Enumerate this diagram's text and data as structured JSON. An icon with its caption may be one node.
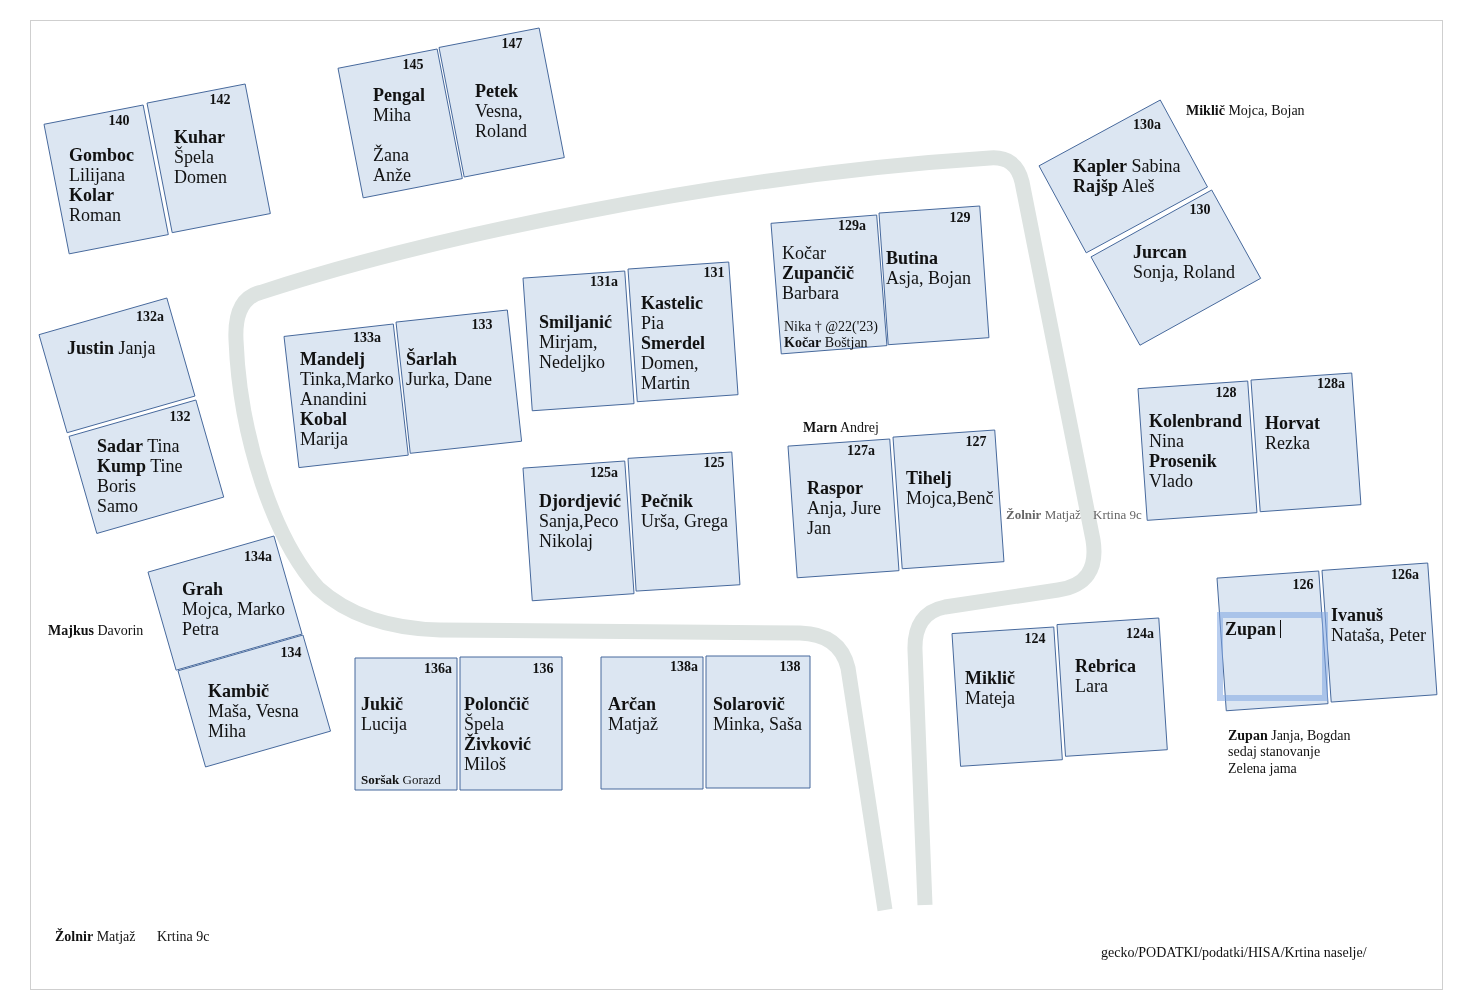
{
  "diagram": {
    "nodes": [
      {
        "text": [
          "140",
          "**Gomboc** Lilijana",
          "**Kolar** Roman"
        ]
      },
      {
        "text": [
          "142",
          "**Kuhar** Špela Domen"
        ]
      },
      {
        "text": [
          "145",
          "**Pengal** Miha",
          "Žana Anže"
        ]
      },
      {
        "text": [
          "147",
          "**Petek** Vesna, Roland"
        ]
      },
      {
        "text": [
          "130a",
          "**Kapler** Sabina",
          "**Rajšp** Aleš"
        ]
      },
      {
        "text": [
          "130",
          "**Jurcan** Sonja, Roland"
        ]
      },
      {
        "text": [
          "129a",
          "Kočar **Zupančič** Barbara",
          "Nika † @22('23)",
          "**Kočar** Boštjan"
        ]
      },
      {
        "text": [
          "129",
          "**Butina** Asja, Bojan"
        ]
      },
      {
        "text": [
          "132a",
          "**Justin** Janja"
        ]
      },
      {
        "text": [
          "133a",
          "**Mandelj** Tinka,Marko Anandini",
          "**Kobal** Marija"
        ]
      },
      {
        "text": [
          "133",
          "**Šarlah** Jurka, Dane"
        ]
      },
      {
        "text": [
          "131a",
          "**Smiljanić** Mirjam, Nedeljko"
        ]
      },
      {
        "text": [
          "131",
          "**Kastelic** Pia",
          "**Smerdel** Domen, Martin"
        ]
      },
      {
        "text": [
          "132",
          "**Sadar** Tina",
          "**Kump** Tine",
          "Boris",
          "Samo"
        ]
      },
      {
        "text": [
          "128",
          "**Kolenbrand** Nina",
          "**Prosenik** Vlado"
        ]
      },
      {
        "text": [
          "128a",
          "**Horvat** Rezka"
        ]
      },
      {
        "text": [
          "127a",
          "**Raspor** Anja, Jure Jan"
        ]
      },
      {
        "text": [
          "127",
          "**Tihelj** Mojca,Benč"
        ]
      },
      {
        "text": [
          "125a",
          "**Djordjević** Sanja,Peco Nikolaj"
        ]
      },
      {
        "text": [
          "125",
          "**Pečnik** Urša, Grega"
        ]
      },
      {
        "text": [
          "134a",
          "**Grah** Mojca, Marko Petra"
        ]
      },
      {
        "text": [
          "134",
          "**Kambič** Maša, Vesna Miha"
        ]
      },
      {
        "text": [
          "136a",
          "**Jukič** Lucija",
          "**Soršak** Gorazd"
        ]
      },
      {
        "text": [
          "136",
          "**Polončič** Špela",
          "**Živković** Miloš"
        ]
      },
      {
        "text": [
          "138a",
          "**Arčan** Matjaž"
        ]
      },
      {
        "text": [
          "138",
          "**Solarovič** Minka, Saša"
        ]
      },
      {
        "text": [
          "124",
          "**Miklič** Mateja"
        ]
      },
      {
        "text": [
          "124a",
          "**Rebrica** Lara"
        ]
      },
      {
        "text": [
          "126",
          "Zupan"
        ]
      },
      {
        "text": [
          "126a",
          "**Ivanuš** Nataša, Peter"
        ]
      }
    ],
    "labels": [
      "**Miklič** Mojca, Bojan",
      "**Marn** Andrej",
      "**Žolnir** Matjaž",
      "Krtina 9c",
      "**Majkus** Davorin",
      "**Zupan** Janja, Bogdan sedaj stanovanje Zelena jama",
      "**Žolnir** Matjaž",
      "Krtina 9c",
      "gecko/PODATKI/podatki/HISA/Krtina naselje/"
    ]
  }
}
